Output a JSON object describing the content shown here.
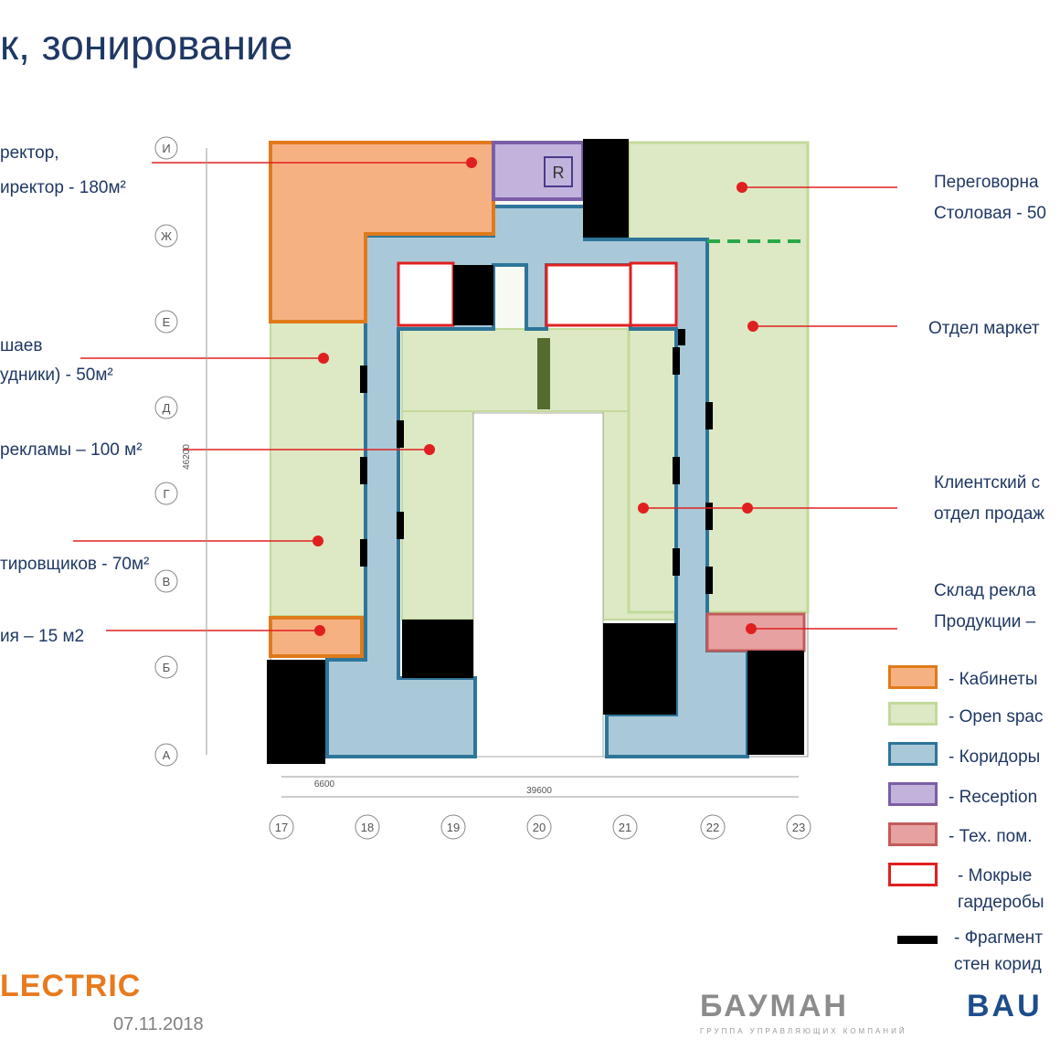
{
  "title": "к, зонирование",
  "callouts_left": [
    {
      "line1": "ректор,",
      "line2": "иректор - 180м²"
    },
    {
      "line1": "шаев",
      "line2": "удники) - 50м²"
    },
    {
      "line1": "рекламы – 100 м²"
    },
    {
      "line1": "тировщиков - 70м²"
    },
    {
      "line1": "ия – 15 м2"
    }
  ],
  "callouts_right": [
    {
      "line1": "Переговорна",
      "line2": "Столовая - 50"
    },
    {
      "line1": "Отдел маркет"
    },
    {
      "line1": "Клиентский с",
      "line2": "отдел продаж"
    },
    {
      "line1": "Склад рекла",
      "line2": "Продукции –"
    }
  ],
  "legend": [
    {
      "label": "- Кабинеты",
      "fill": "#f6b183",
      "stroke": "#e07a1a"
    },
    {
      "label": "- Open spac",
      "fill": "#dce9c4",
      "stroke": "#c3d99a"
    },
    {
      "label": "- Коридоры",
      "fill": "#a9c9d8",
      "stroke": "#2e7599"
    },
    {
      "label": "- Reception",
      "fill": "#c2b3dc",
      "stroke": "#7a5ea6"
    },
    {
      "label": "- Тех. пом.",
      "fill": "#e8a1a1",
      "stroke": "#c25b5b"
    },
    {
      "label": "- Мокрые",
      "label2": "гардеробы",
      "fill": "#ffffff",
      "stroke": "#e02020"
    },
    {
      "label": "- Фрагмент",
      "label2": "стен корид",
      "fill": "#000000",
      "stroke": "#000000"
    }
  ],
  "axes": {
    "rows": [
      "И",
      "Ж",
      "Е",
      "Д",
      "Г",
      "В",
      "Б",
      "А"
    ],
    "cols": [
      "17",
      "18",
      "19",
      "20",
      "21",
      "22",
      "23"
    ],
    "total_width": "39600",
    "span": "6600",
    "total_height": "46200"
  },
  "room_r_label": "R",
  "colors": {
    "accent_line": "#e02020",
    "text": "#1f3864"
  },
  "footer": {
    "date": "07.11.2018",
    "brand": "LECTRIC",
    "bauman": "БАУМАН",
    "bau2": "BAU",
    "bauman_sub": "ГРУППА УПРАВЛЯЮЩИХ КОМПАНИЙ"
  }
}
